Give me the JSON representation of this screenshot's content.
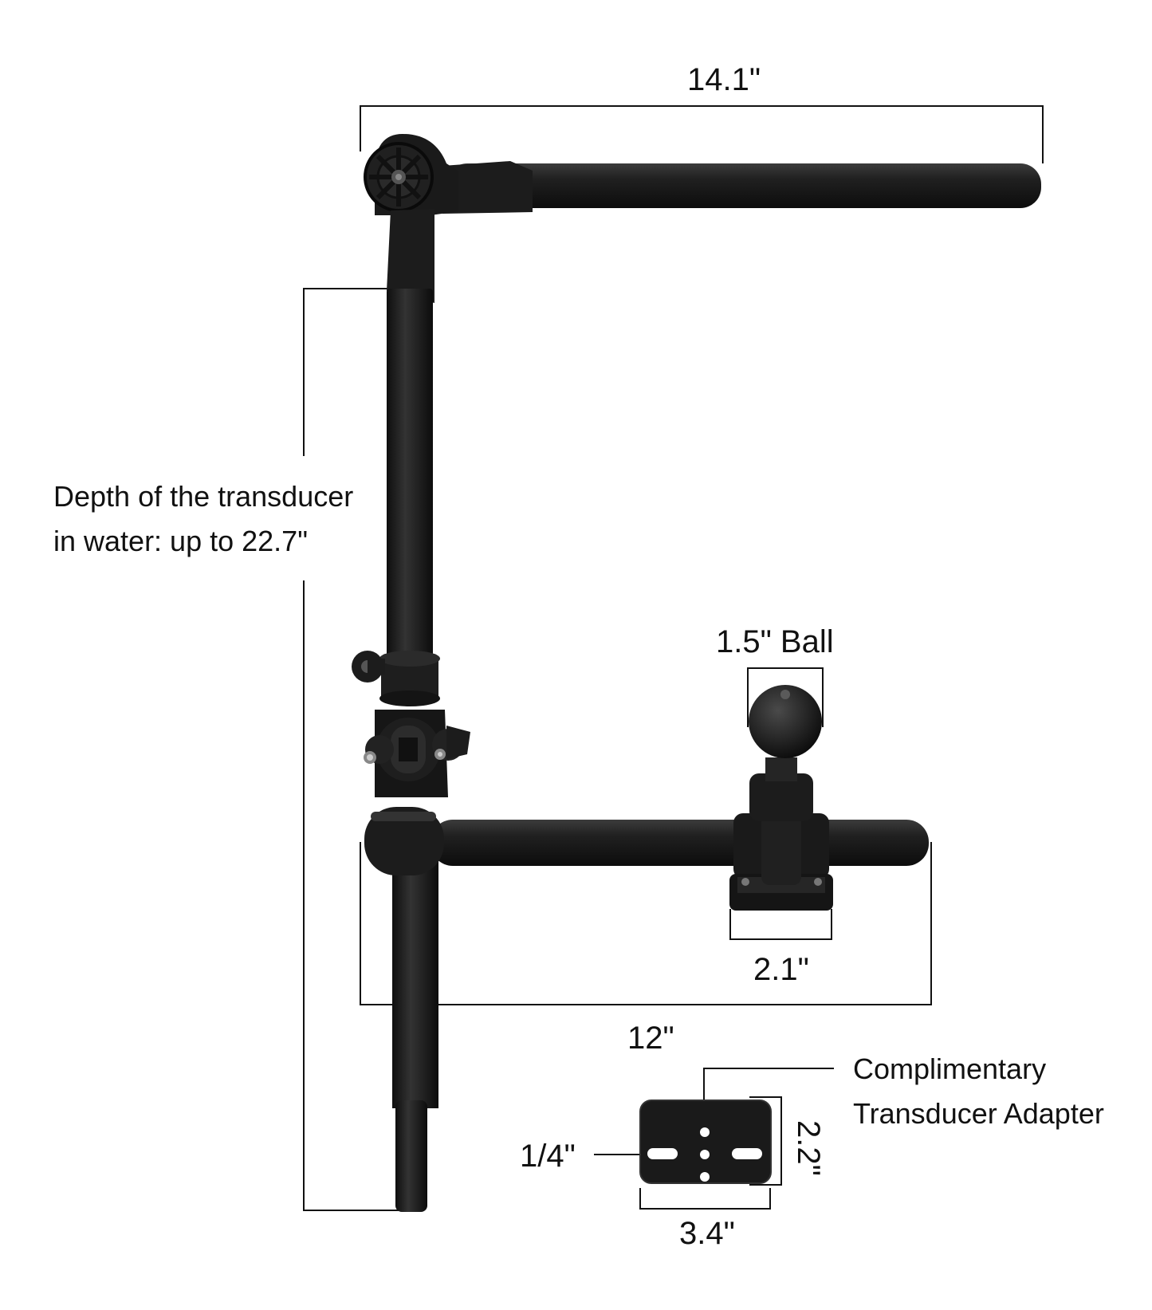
{
  "colors": {
    "ink": "#111111",
    "metal": "#1a1a1a",
    "metal_hi": "#3a3a3a",
    "bg": "#ffffff"
  },
  "dimensions": {
    "top_arm_length": "14.1\"",
    "depth_line1": "Depth of the transducer",
    "depth_line2": "in water: up to 22.7\"",
    "ball_size": "1.5\" Ball",
    "base_width": "2.1\"",
    "lower_arm_length": "12\""
  },
  "adapter": {
    "title_line1": "Complimentary",
    "title_line2": "Transducer Adapter",
    "slot_size": "1/4\"",
    "height": "2.2\"",
    "width": "3.4\""
  }
}
